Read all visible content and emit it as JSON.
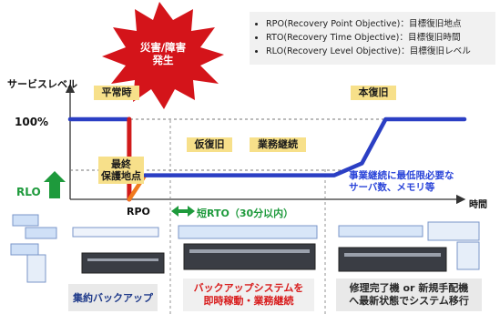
{
  "title_burst": "災害/障害\n発生",
  "legend": {
    "items": [
      "RPO(Recovery Point Objective)：目標復旧地点",
      "RTO(Recovery Time Objective)：目標復旧時間",
      "RLO(Recovery Level Objective)：目標復旧レベル"
    ]
  },
  "axis": {
    "y_label": "サービスレベル",
    "x_label": "時間",
    "level_100": "100%",
    "rlo": "RLO",
    "rpo": "RPO",
    "rto": "短RTO（30分以内）"
  },
  "phases": {
    "normal": "平常時",
    "last_point": "最終\n保護地点",
    "temp_recovery": "仮復旧",
    "continuity": "業務継続",
    "full_recovery": "本復旧"
  },
  "note": "事業継続に最低限必要な\nサーバ数、メモリ等",
  "bottom": {
    "left": "集約バックアップ",
    "middle": "バックアップシステムを\n即時稼動・業務継続",
    "right": "修理完了機 or 新規手配機\nへ最新状態でシステム移行"
  },
  "chart_data": {
    "type": "line",
    "x_unit": "relative time",
    "y_unit": "% service level",
    "series": [
      {
        "points": [
          [
            0,
            100
          ],
          [
            1.5,
            100
          ]
        ],
        "color": "#2b3fc4"
      },
      {
        "points": [
          [
            1.5,
            100
          ],
          [
            1.5,
            0
          ]
        ],
        "color": "#d11a1a"
      },
      {
        "points": [
          [
            1.5,
            0
          ],
          [
            1.9,
            30
          ]
        ],
        "color": "#f07a1e"
      },
      {
        "points": [
          [
            1.9,
            30
          ],
          [
            6.7,
            30
          ],
          [
            7.4,
            45
          ],
          [
            8.0,
            100
          ],
          [
            10,
            100
          ]
        ],
        "color": "#2b3fc4"
      }
    ],
    "colors": {
      "line": "#2b3fc4",
      "disaster": "#d11a1a",
      "temp": "#f07a1e",
      "rlo_arrow": "#1e9a3c",
      "label_bg": "#f7e08a"
    }
  }
}
